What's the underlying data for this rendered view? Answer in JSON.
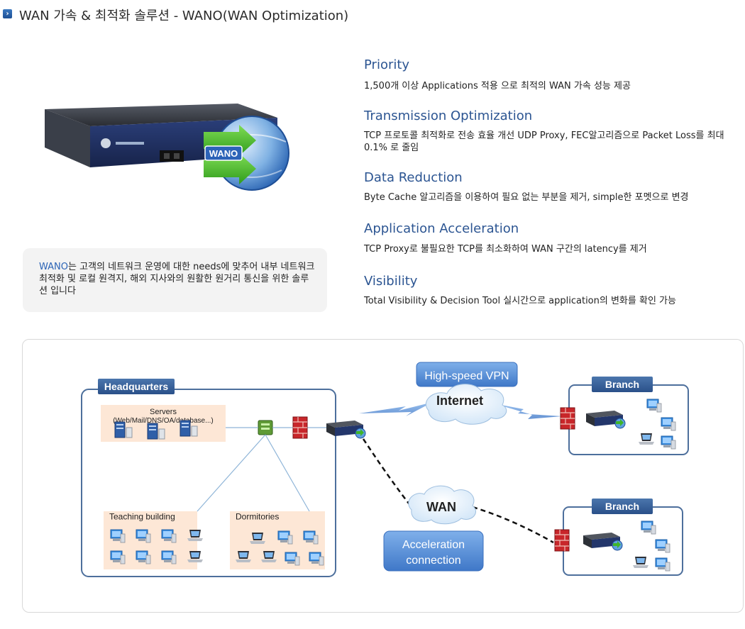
{
  "header": {
    "icon": "chevron-right-icon",
    "title": "WAN 가속 & 최적화 솔루션 - WANO(WAN Optimization)"
  },
  "product": {
    "badge": "WANO",
    "device_label": "WANO appliance"
  },
  "intro": {
    "highlight": "WANO",
    "text": "는 고객의 네트워크 운영에 대한 needs에 맞추어 내부 네트워크 최적화 및 로컬 원격지, 해외 지사와의 원활한 원거리 통신을 위한 솔루션 입니다"
  },
  "features": [
    {
      "title": "Priority",
      "desc": "1,500개 이상 Applications 적용 으로 최적의 WAN 가속 성능 제공"
    },
    {
      "title": "Transmission Optimization",
      "desc": "TCP 프로토콜 최적화로 전송 효율 개선 UDP Proxy, FEC알고리즘으로 Packet Loss를 최대 0.1% 로 줄임"
    },
    {
      "title": "Data Reduction",
      "desc": "Byte Cache 알고리즘을 이용하여 필요 없는 부분을 제거, simple한 포멧으로 변경"
    },
    {
      "title": "Application Acceleration",
      "desc": "TCP Proxy로 불필요한 TCP를 최소화하여 WAN 구간의 latency를 제거"
    },
    {
      "title": "Visibility",
      "desc": "Total Visibility & Decision Tool 실시간으로 application의 변화를 확인 가능"
    }
  ],
  "diagram": {
    "hq_label": "Headquarters",
    "servers_label": "Servers",
    "servers_sub": "(Web/Mail/DNS/OA/database...)",
    "teaching_label": "Teaching building",
    "dorm_label": "Dormitories",
    "vpn_label": "High-speed VPN",
    "internet_label": "Internet",
    "wan_label": "WAN",
    "accel_line1": "Acceleration",
    "accel_line2": "connection",
    "branch1_label": "Branch",
    "branch2_label": "Branch",
    "colors": {
      "label_blue": "#2f5a94",
      "accent_blue": "#4f87d0",
      "firewall_red": "#c8262a",
      "zone_fill": "#fde7d6"
    }
  }
}
